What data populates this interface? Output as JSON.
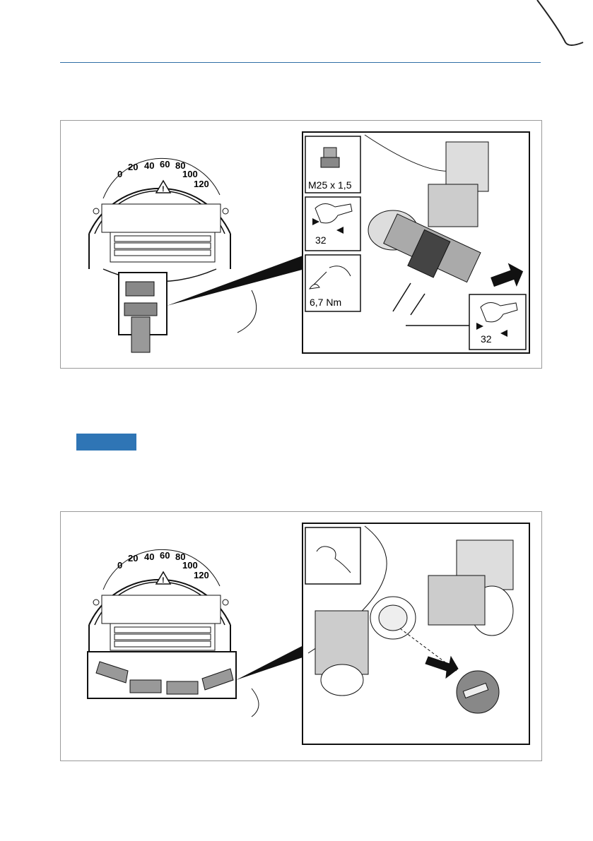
{
  "figure1": {
    "gland_thread": "M25 x 1,5",
    "wrench_size_top": "32",
    "torque": "6,7 Nm",
    "wrench_size_bottom": "32",
    "scale_labels": [
      "0",
      "20",
      "40",
      "60",
      "80",
      "100",
      "120"
    ]
  },
  "figure2": {
    "scale_labels": [
      "0",
      "20",
      "40",
      "60",
      "80",
      "100",
      "120"
    ]
  },
  "notice": {
    "color": "#2f75b5"
  },
  "page": {
    "rule_color": "#2f6ea6"
  }
}
